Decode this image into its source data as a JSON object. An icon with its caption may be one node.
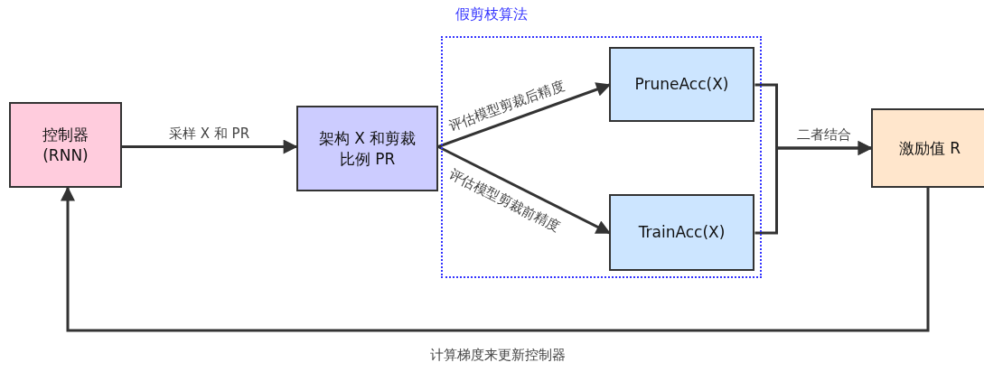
{
  "diagram": {
    "nodes": [
      {
        "text": [
          "控制器 (RNN)"
        ]
      },
      {
        "text": [
          "架构 X 和剪裁比例 PR"
        ]
      },
      {
        "text": [
          "假剪枝算法"
        ]
      },
      {
        "text": [
          "PruneAcc(X)"
        ],
        "in": 2
      },
      {
        "text": [
          "TrainAcc(X)"
        ],
        "in": 2
      },
      {
        "text": [
          "激励值 R"
        ]
      }
    ],
    "edges": [
      {
        "from": 0,
        "to": 1,
        "arrow": "to",
        "label": "采样 X 和 PR"
      },
      {
        "from": 1,
        "to": 3,
        "arrow": "to",
        "label": "评估模型剪裁后精度"
      },
      {
        "from": 1,
        "to": 4,
        "arrow": "to",
        "label": "评估模型剪裁前精度"
      },
      {
        "from": 3,
        "to": 5,
        "arrow": "to",
        "label": "二者结合"
      },
      {
        "from": 4,
        "to": 5,
        "arrow": "to"
      },
      {
        "from": 5,
        "to": 0,
        "arrow": "to",
        "label": "计算梯度来更新控制器"
      }
    ]
  }
}
